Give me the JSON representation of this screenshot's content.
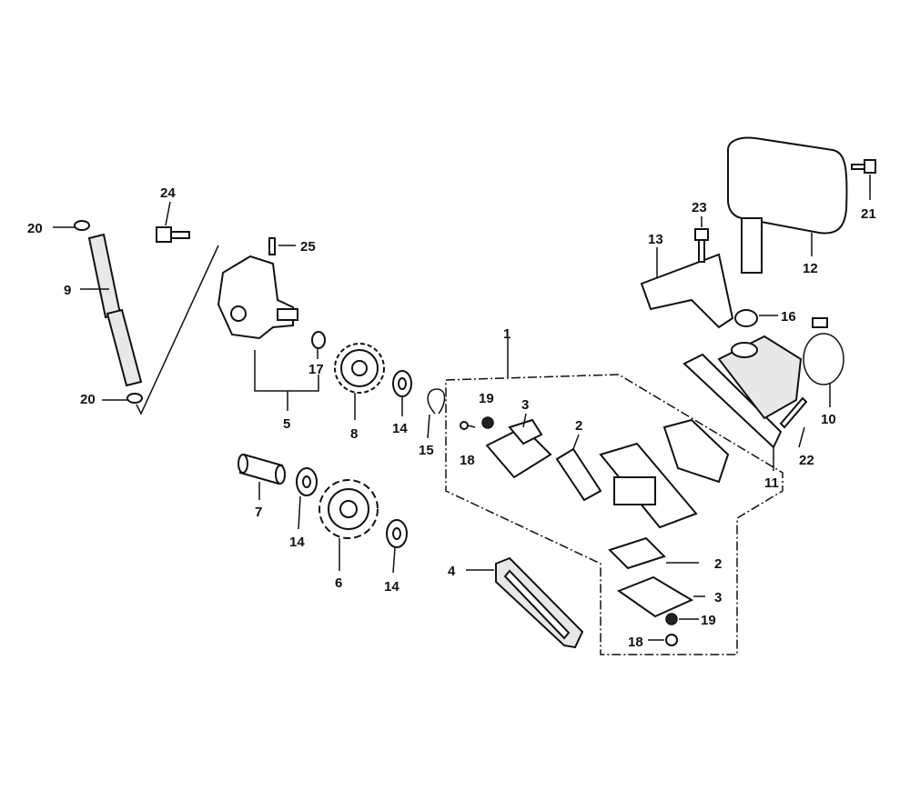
{
  "labels": {
    "p20a": "20",
    "p20b": "20",
    "p24": "24",
    "p9": "9",
    "p25": "25",
    "p17": "17",
    "p5": "5",
    "p8": "8",
    "p14a": "14",
    "p15": "15",
    "p1": "1",
    "p19a": "19",
    "p3a": "3",
    "p18a": "18",
    "p2a": "2",
    "p7": "7",
    "p14b": "14",
    "p6": "6",
    "p14c": "14",
    "p4": "4",
    "p2b": "2",
    "p3b": "3",
    "p19b": "19",
    "p18b": "18",
    "p13": "13",
    "p23": "23",
    "p12": "12",
    "p21": "21",
    "p16": "16",
    "p10": "10",
    "p22": "22",
    "p11": "11"
  }
}
